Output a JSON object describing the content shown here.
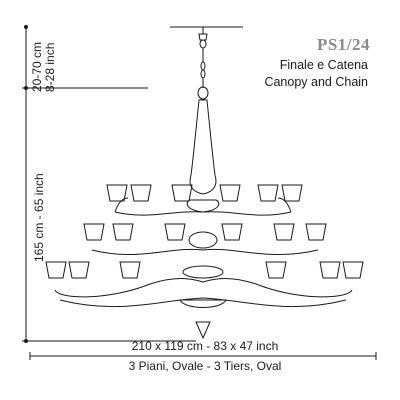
{
  "model_code": "PS1/24",
  "part_it": "Finale e Catena",
  "part_en": "Canopy and Chain",
  "height_top_cm": "20-70 cm",
  "height_top_inch": "8-28 inch",
  "height_body": "165 cm - 65 inch",
  "width_dims": "210 x 119 cm  -  83 x 47 inch",
  "tiers_label": "3 Piani, Ovale - 3 Tiers, Oval"
}
